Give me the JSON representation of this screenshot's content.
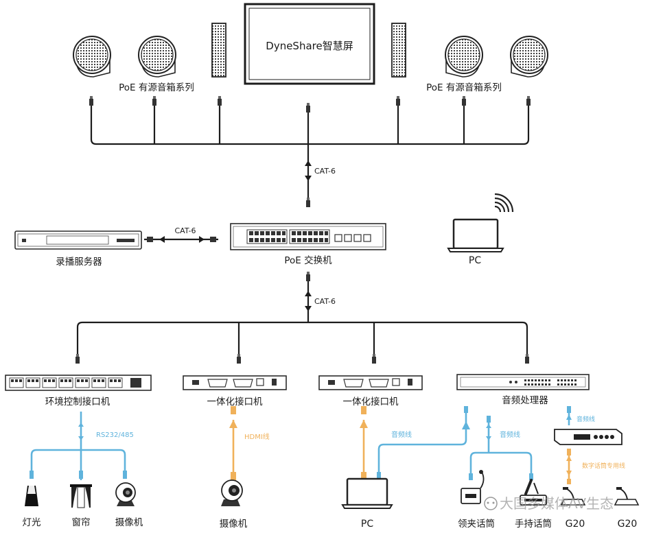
{
  "screen": {
    "title": "DyneShare智慧屏"
  },
  "top": {
    "left_label": "PoE 有源音箱系列",
    "right_label": "PoE 有源音箱系列"
  },
  "links": {
    "cat6_top": "CAT-6",
    "cat6_server": "CAT-6",
    "cat6_bottom": "CAT-6"
  },
  "middle": {
    "server_label": "录播服务器",
    "switch_label": "PoE 交换机",
    "pc_label": "PC"
  },
  "devices": {
    "env_label": "环境控制接口机",
    "intf1_label": "一体化接口机",
    "intf2_label": "一体化接口机",
    "audio_label": "音频处理器"
  },
  "cables": {
    "rs232": "RS232/485",
    "hdmi": "HDMI线",
    "audio_pc": "音频线",
    "audio_mic": "音频线",
    "audio_g20": "音频线",
    "digital": "数字话筒专用线"
  },
  "endpoints": {
    "light": "灯光",
    "curtain": "窗帘",
    "camera1": "摄像机",
    "camera2": "摄像机",
    "pc": "PC",
    "lapel_mic": "领夹话筒",
    "handheld_mic": "手持话筒",
    "g20a": "G20",
    "g20b": "G20"
  },
  "watermark": "大国多媒体AV生态",
  "colors": {
    "line": "#1c1c1c",
    "audio_cable": "#5fb3dc",
    "hdmi_cable": "#f0b15a"
  }
}
